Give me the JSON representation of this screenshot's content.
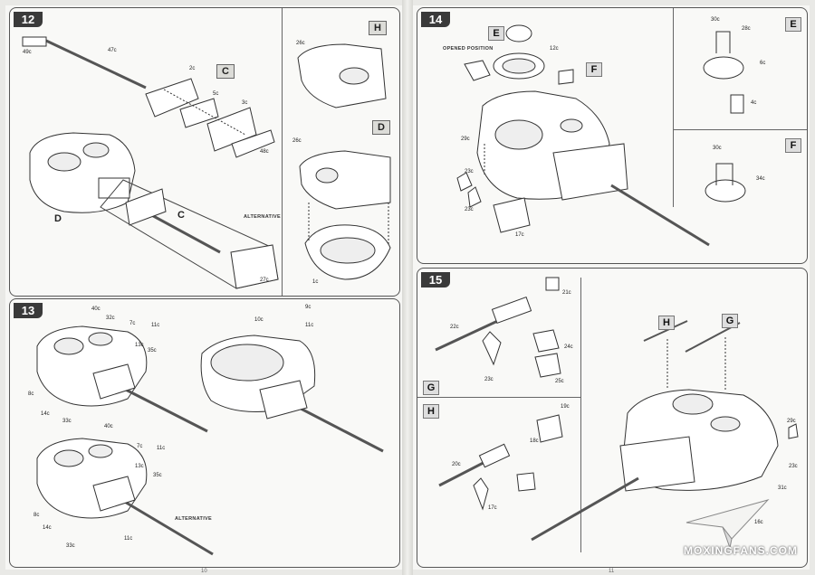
{
  "steps": {
    "s12": {
      "number": "12",
      "tags": {
        "c": "C",
        "d_bottom": "D",
        "c_bottom": "C",
        "d_side": "D",
        "h_box": "H"
      },
      "note": "Alternative",
      "parts": [
        "49c",
        "47c",
        "2c",
        "5c",
        "3c",
        "48c",
        "26c",
        "26c",
        "27c",
        "1c"
      ]
    },
    "s13": {
      "number": "13",
      "note": "Alternative",
      "parts": [
        "40c",
        "32c",
        "7c",
        "11c",
        "13c",
        "35c",
        "8c",
        "14c",
        "33c",
        "10c",
        "9c",
        "11c",
        "40c",
        "7c",
        "11c",
        "13c",
        "35c",
        "8c",
        "14c",
        "33c",
        "11c"
      ]
    },
    "s14": {
      "number": "14",
      "tags": {
        "e_top": "E",
        "f_top": "F",
        "e_side": "E",
        "f_side": "F"
      },
      "note": "Opened Position",
      "parts": [
        "12c",
        "29c",
        "23c",
        "23c",
        "17c",
        "30c",
        "28c",
        "6c",
        "4c",
        "30c",
        "34c"
      ]
    },
    "s15": {
      "number": "15",
      "tags": {
        "h_top": "H",
        "g_top": "G",
        "g_sub": "G",
        "h_sub": "H"
      },
      "parts": [
        "22c",
        "21c",
        "24c",
        "23c",
        "25c",
        "20c",
        "19c",
        "18c",
        "17c",
        "29c",
        "23c",
        "31c",
        "16c"
      ]
    }
  },
  "watermark": "MOXINGFANS.COM",
  "page_numbers": {
    "left": "10",
    "right": "11"
  }
}
